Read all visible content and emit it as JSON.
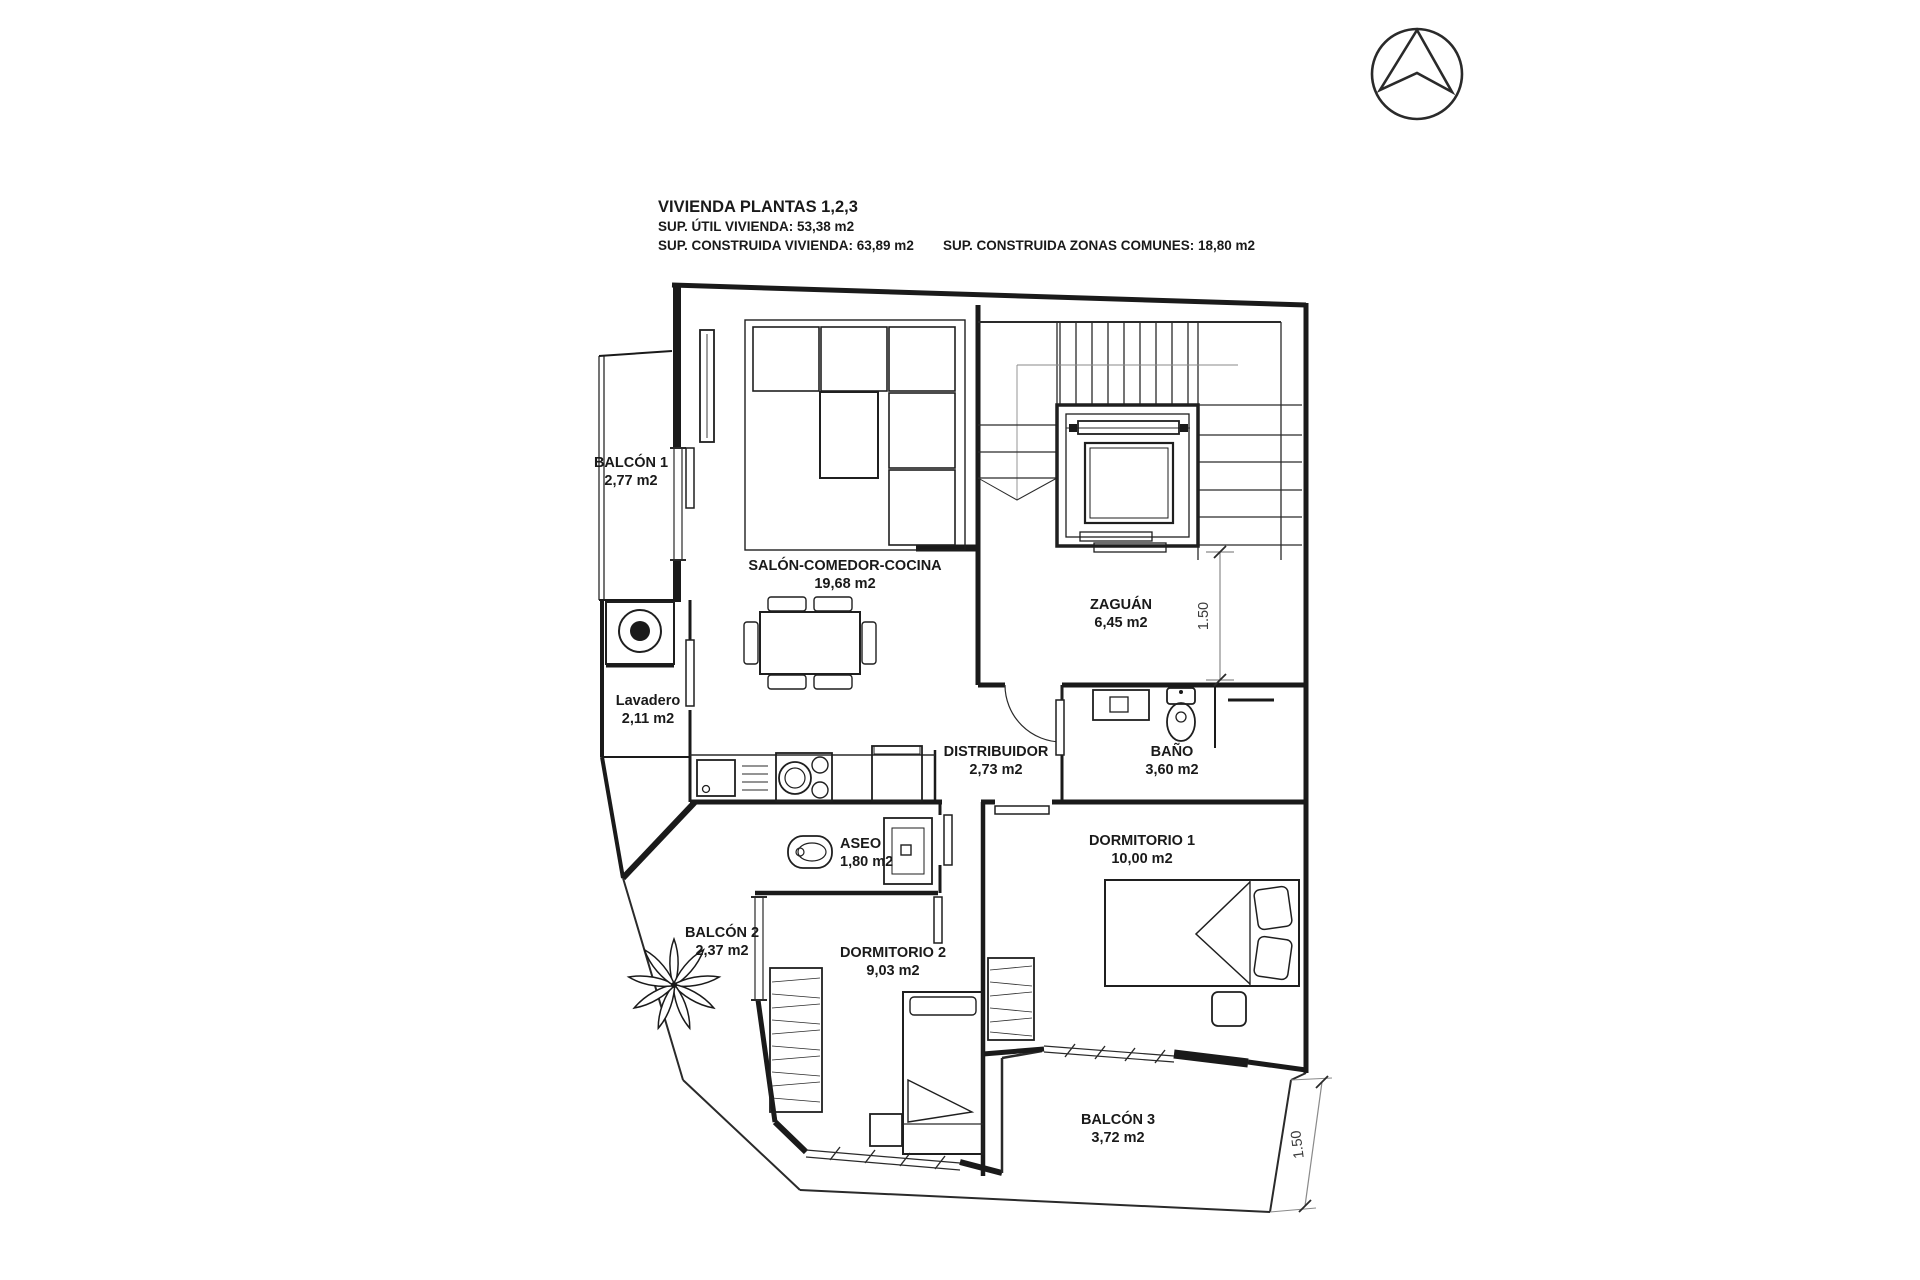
{
  "title_block": {
    "title": "VIVIENDA PLANTAS 1,2,3",
    "sup_util": "SUP. ÚTIL VIVIENDA: 53,38 m2",
    "sup_construida": "SUP. CONSTRUIDA VIVIENDA: 63,89 m2",
    "sup_zonas_comunes": "SUP. CONSTRUIDA ZONAS COMUNES: 18,80 m2"
  },
  "rooms": {
    "balcon1": {
      "name": "BALCÓN 1",
      "area": "2,77 m2"
    },
    "salon": {
      "name": "SALÓN-COMEDOR-COCINA",
      "area": "19,68 m2"
    },
    "zaguan": {
      "name": "ZAGUÁN",
      "area": "6,45 m2"
    },
    "lavadero": {
      "name": "Lavadero",
      "area": "2,11 m2"
    },
    "distribuidor": {
      "name": "DISTRIBUIDOR",
      "area": "2,73 m2"
    },
    "bano": {
      "name": "BAÑO",
      "area": "3,60 m2"
    },
    "aseo": {
      "name": "ASEO",
      "area": "1,80 m2"
    },
    "dormitorio1": {
      "name": "DORMITORIO 1",
      "area": "10,00 m2"
    },
    "dormitorio2": {
      "name": "DORMITORIO 2",
      "area": "9,03 m2"
    },
    "balcon2": {
      "name": "BALCÓN 2",
      "area": "2,37 m2"
    },
    "balcon3": {
      "name": "BALCÓN 3",
      "area": "3,72 m2"
    }
  },
  "dimensions": {
    "zaguan_right": "1.50",
    "balcon3_right": "1.50"
  },
  "colors": {
    "line": "#1a1a1a",
    "background": "#ffffff"
  }
}
